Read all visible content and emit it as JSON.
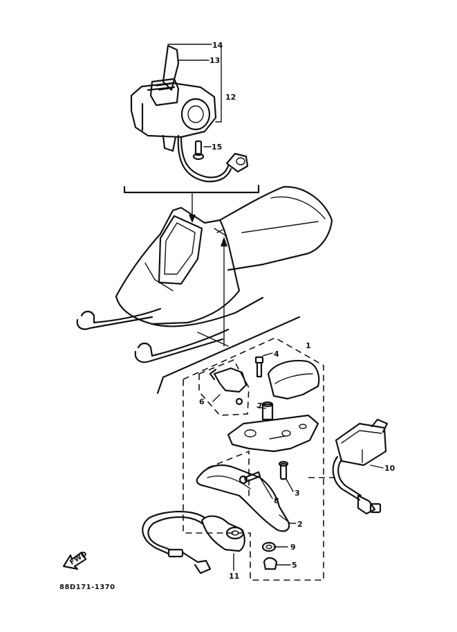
{
  "diagram": {
    "part_code": "88D171-1370",
    "front_arrow_label": "FWD",
    "callouts": [
      {
        "key": "c1",
        "label": "1"
      },
      {
        "key": "c2",
        "label": "2"
      },
      {
        "key": "c3",
        "label": "3"
      },
      {
        "key": "c4",
        "label": "4"
      },
      {
        "key": "c5",
        "label": "5"
      },
      {
        "key": "c6",
        "label": "6"
      },
      {
        "key": "c7",
        "label": "7"
      },
      {
        "key": "c8",
        "label": "8"
      },
      {
        "key": "c9",
        "label": "9"
      },
      {
        "key": "c10",
        "label": "10"
      },
      {
        "key": "c11",
        "label": "11"
      },
      {
        "key": "c12",
        "label": "12"
      },
      {
        "key": "c13",
        "label": "13"
      },
      {
        "key": "c14",
        "label": "14"
      },
      {
        "key": "c15",
        "label": "15"
      }
    ]
  }
}
